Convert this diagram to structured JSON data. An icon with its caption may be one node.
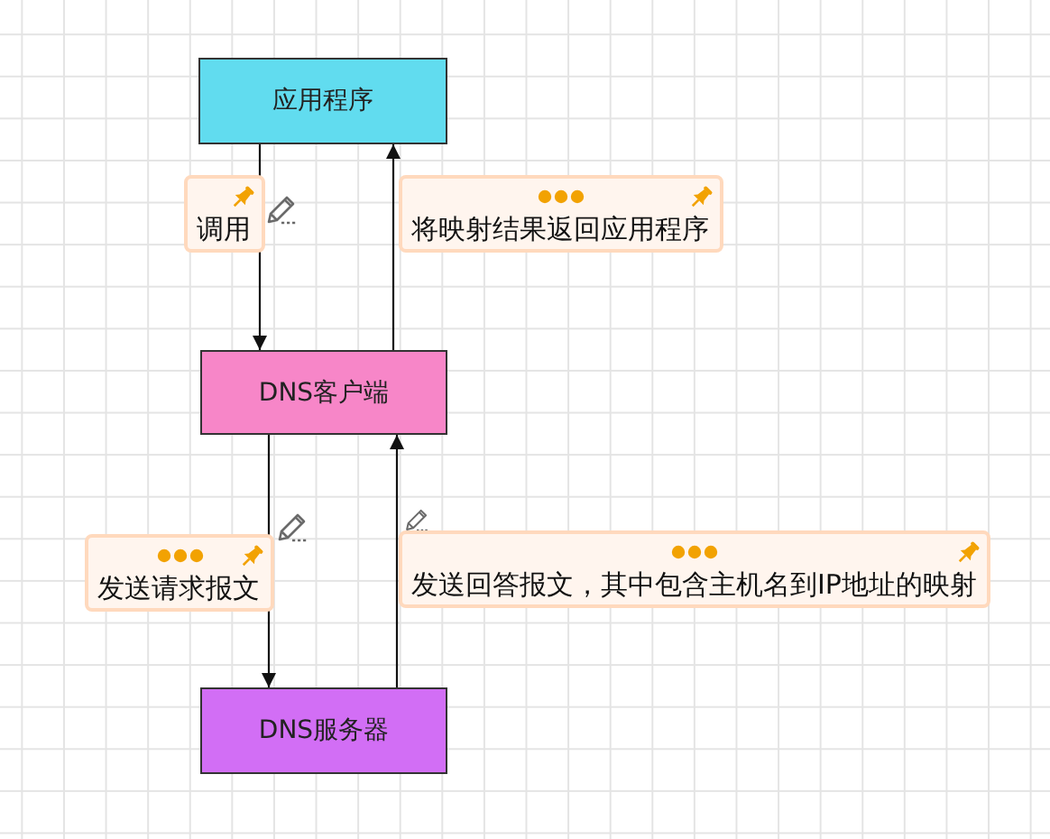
{
  "diagram": {
    "nodes": [
      {
        "text": [
          "应用程序"
        ]
      },
      {
        "text": [
          "DNS客户端"
        ]
      },
      {
        "text": [
          "DNS服务器"
        ]
      }
    ],
    "edges": [
      {
        "from": 0,
        "to": 1,
        "arrow": "to",
        "label": "调用"
      },
      {
        "from": 1,
        "to": 0,
        "arrow": "to",
        "label": "将映射结果返回应用程序"
      },
      {
        "from": 1,
        "to": 2,
        "arrow": "to",
        "label": "发送请求报文"
      },
      {
        "from": 2,
        "to": 1,
        "arrow": "to",
        "label": "发送回答报文，其中包含主机名到IP地址的映射"
      }
    ]
  }
}
